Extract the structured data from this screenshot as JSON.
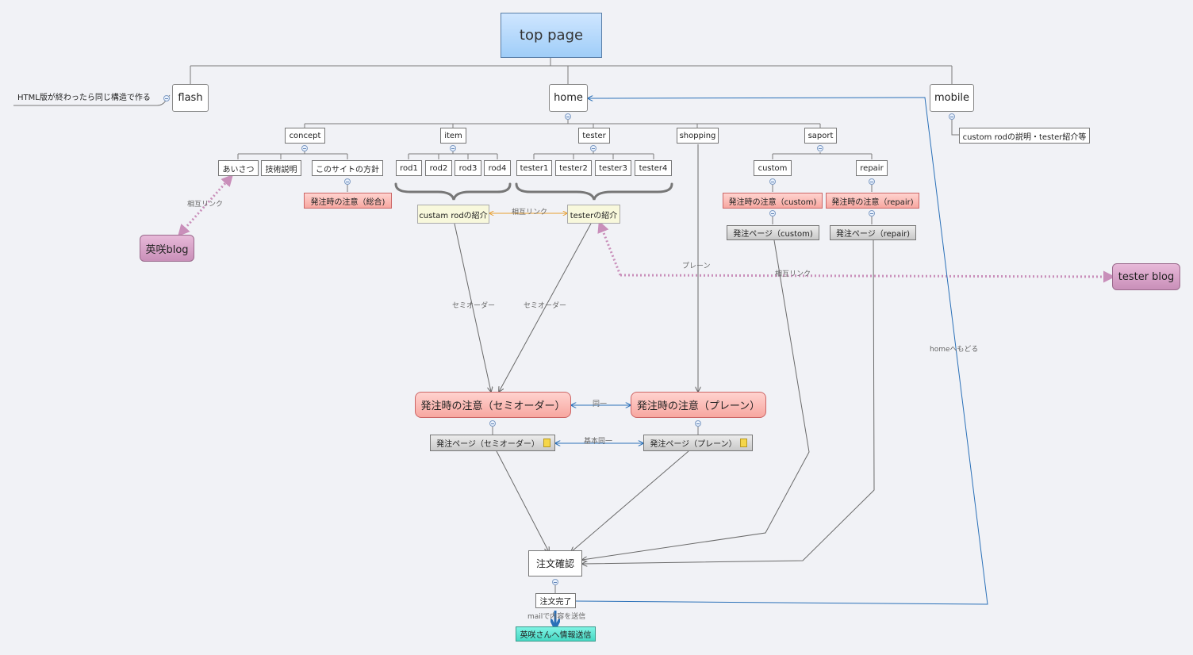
{
  "nodes": {
    "top_page": "top page",
    "flash": "flash",
    "home": "home",
    "mobile": "mobile",
    "flash_note": "HTML版が終わったら同じ構造で作る",
    "mobile_note": "custom rodの説明・tester紹介等",
    "concept": "concept",
    "item": "item",
    "tester": "tester",
    "shopping": "shopping",
    "saport": "saport",
    "aisatsu": "あいさつ",
    "gijutsu": "技術説明",
    "site_policy": "このサイトの方針",
    "notice_general": "発注時の注意（総合)",
    "rod1": "rod1",
    "rod2": "rod2",
    "rod3": "rod3",
    "rod4": "rod4",
    "tester1": "tester1",
    "tester2": "tester2",
    "tester3": "tester3",
    "tester4": "tester4",
    "custam_rod_intro": "custam rodの紹介",
    "tester_intro": "testerの紹介",
    "custom": "custom",
    "repair": "repair",
    "notice_custom": "発注時の注意（custom)",
    "notice_repair": "発注時の注意（repair)",
    "order_custom": "発注ページ（custom)",
    "order_repair": "発注ページ（repair)",
    "eisaki_blog": "英咲blog",
    "tester_blog": "tester blog",
    "notice_semi": "発注時の注意（セミオーダー）",
    "notice_plain": "発注時の注意（プレーン）",
    "order_semi": "発注ページ（セミオーダー）",
    "order_plain": "発注ページ（プレーン）",
    "confirm": "注文確認",
    "complete": "注文完了",
    "send_info": "英咲さんへ情報送信"
  },
  "labels": {
    "mutual_link_1": "相互リンク",
    "mutual_link_2": "相互リンク",
    "mutual_link_3": "相互リンク",
    "semi_order_1": "セミオーダー",
    "semi_order_2": "セミオーダー",
    "plain": "プレーン",
    "back_home": "homeへもどる",
    "same": "同一",
    "basically_same": "基本同一",
    "mail_send": "mailで内容を送信"
  },
  "colors": {
    "tree_line": "#777777",
    "mutual_pink": "#c98fba",
    "orange": "#e8a030",
    "blue": "#2a70b8",
    "arrow_gray": "#666666"
  }
}
